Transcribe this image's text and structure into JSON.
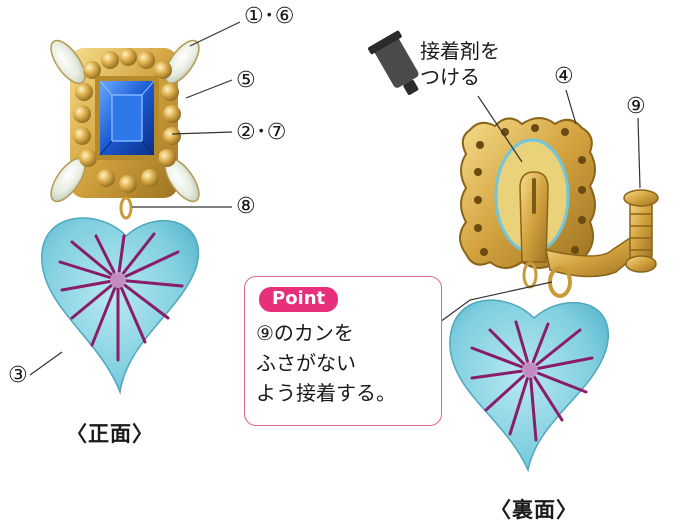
{
  "labels": {
    "l1": "①･⑥",
    "l5": "⑤",
    "l2": "②･⑦",
    "l8": "⑧",
    "l3": "③",
    "l4": "④",
    "l9": "⑨"
  },
  "glue_note": "接着剤を\nつける",
  "point": {
    "badge": "Point",
    "text": "⑨のカンを\nふさがない\nよう接着する。"
  },
  "captions": {
    "front": "〈正面〉",
    "back": "〈裏面〉"
  },
  "colors": {
    "gold": "#d9ad4a",
    "sapphire": "#1d5fd6",
    "heart": "#7fd0e0",
    "heart_lines": "#8a1c6a",
    "point_badge": "#e8307a",
    "point_border": "#e3648c",
    "glue_outline": "#6fc6de"
  }
}
